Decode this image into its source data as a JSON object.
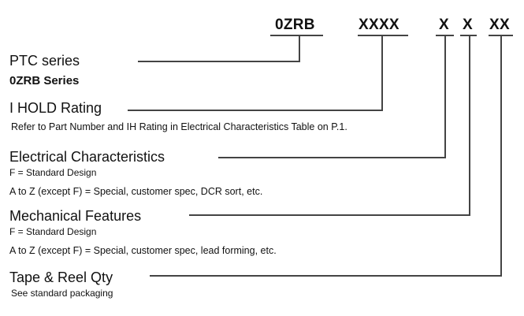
{
  "part_code": {
    "segments": [
      "0ZRB",
      "XXXX",
      "X",
      "X",
      "XX"
    ]
  },
  "fields": [
    {
      "heading": "PTC series",
      "value": "0ZRB Series"
    },
    {
      "heading": "I HOLD Rating",
      "description": "Refer to Part Number and IH Rating in Electrical Characteristics Table on P.1."
    },
    {
      "heading": "Electrical Characteristics",
      "line1": "F = Standard Design",
      "line2": "A to Z (except F) = Special, customer spec, DCR sort, etc."
    },
    {
      "heading": "Mechanical Features",
      "line1": "F = Standard Design",
      "line2": "A to Z (except F) = Special, customer spec, lead forming, etc."
    },
    {
      "heading": "Tape & Reel Qty",
      "description": "See standard packaging"
    }
  ]
}
